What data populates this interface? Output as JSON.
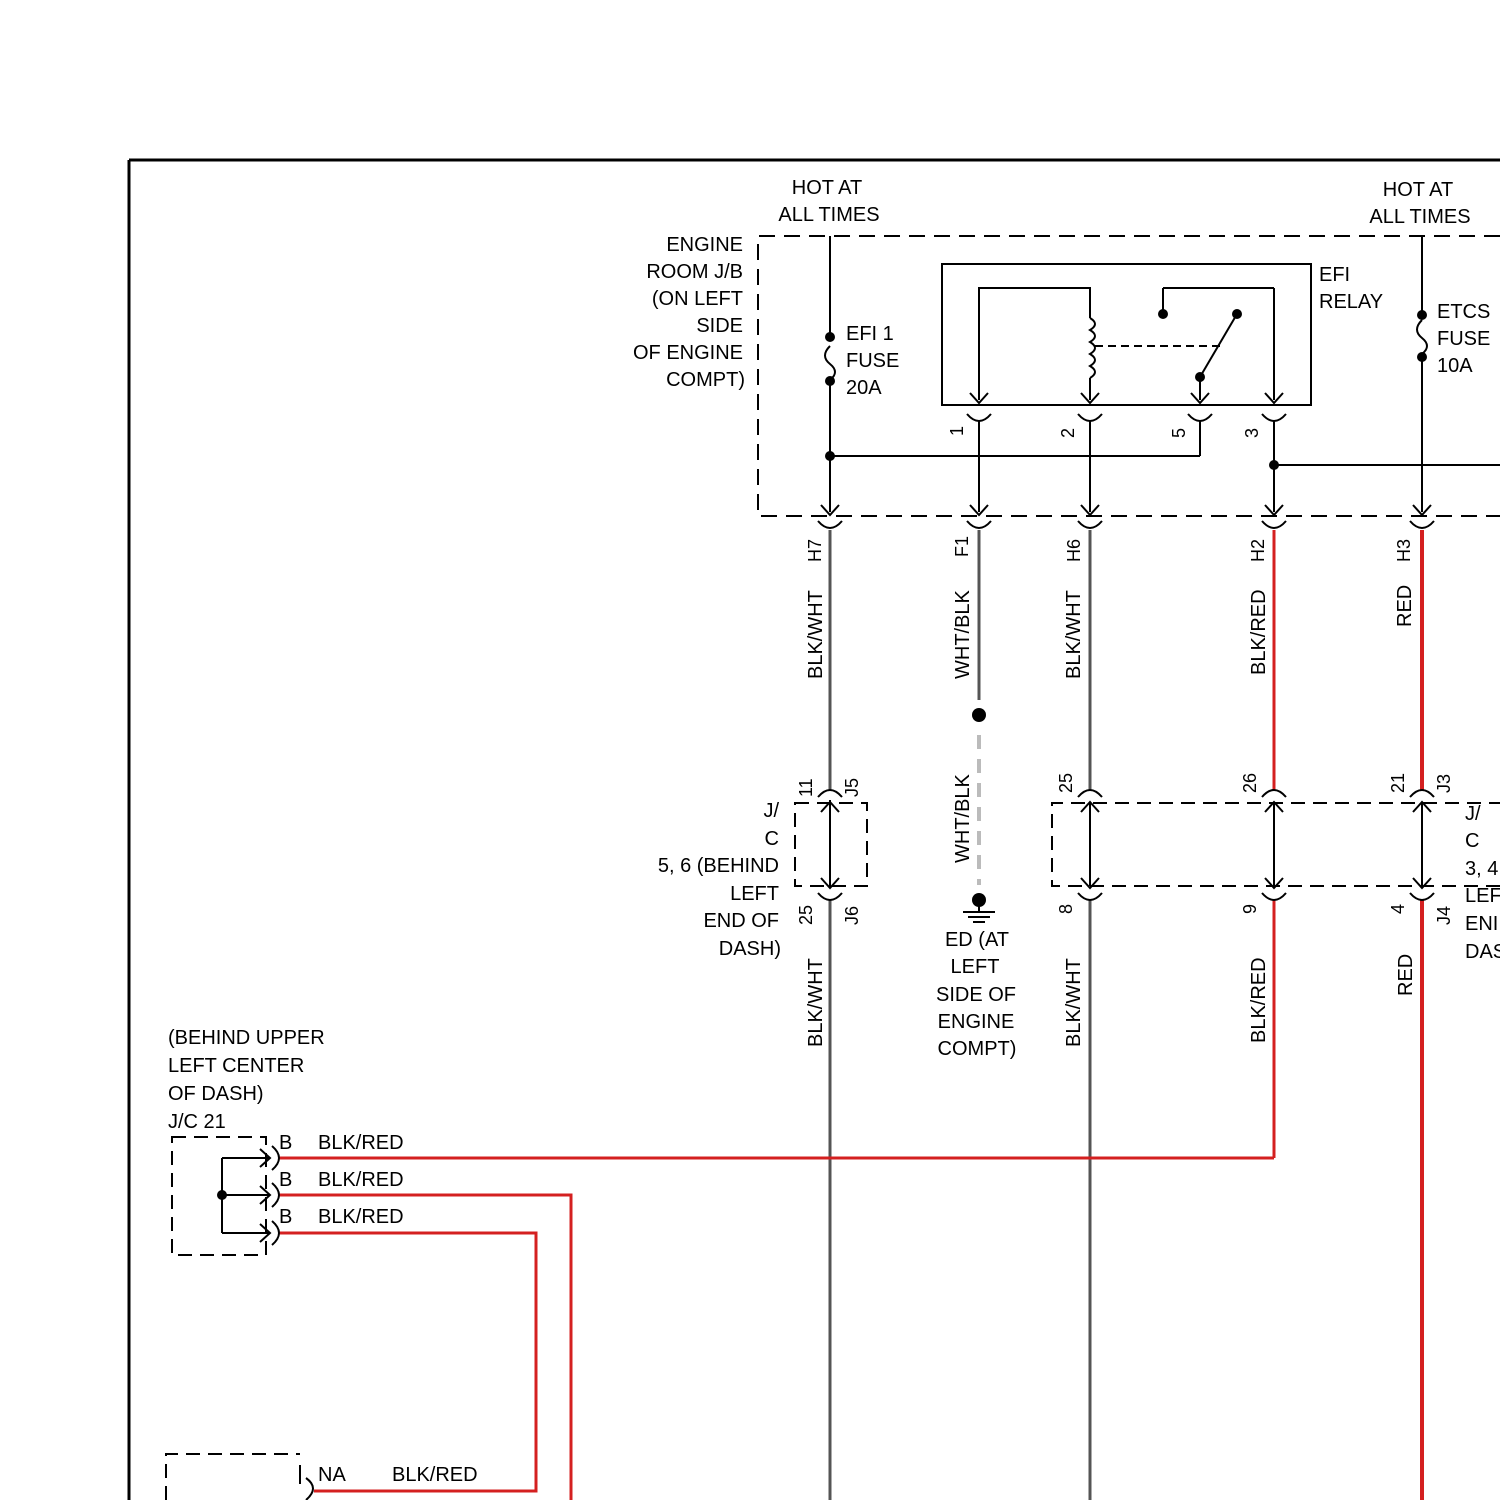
{
  "diagram": {
    "hot_left": [
      "HOT AT",
      "ALL TIMES"
    ],
    "hot_right": [
      "HOT AT",
      "ALL TIMES"
    ],
    "engine_jb": [
      "ENGINE",
      "ROOM J/B",
      "(ON LEFT",
      "SIDE",
      "OF ENGINE",
      "COMPT)"
    ],
    "efi1_fuse": [
      "EFI 1",
      "FUSE",
      "20A"
    ],
    "efi_relay": [
      "EFI",
      "RELAY"
    ],
    "etcs_fuse": [
      "ETCS",
      "FUSE",
      "10A"
    ],
    "relay_pins": [
      "1",
      "2",
      "5",
      "3"
    ],
    "jb_connectors": [
      "H7",
      "F1",
      "H6",
      "H2",
      "H3"
    ],
    "wire_colors": {
      "h7_upper": "BLK/WHT",
      "f1_upper": "WHT/BLK",
      "f1_lower": "WHT/BLK",
      "h6_upper": "BLK/WHT",
      "h2_upper": "BLK/RED",
      "h3_upper": "RED",
      "h7_lower": "BLK/WHT",
      "h6_lower": "BLK/WHT",
      "h2_lower": "BLK/RED",
      "h3_lower": "RED"
    },
    "jc56": {
      "label": [
        "J/",
        "C",
        "5, 6 (BEHIND",
        "LEFT",
        "END OF",
        "DASH)"
      ],
      "top_pin": "11",
      "top_conn": "J5",
      "bottom_pin": "25",
      "bottom_conn": "J6"
    },
    "jc34": {
      "label": [
        "J/",
        "C",
        "3, 4",
        "LEF",
        "ENI",
        "DAS"
      ],
      "top_pins": [
        "25",
        "26",
        "21"
      ],
      "top_conn": "J3",
      "bottom_pins": [
        "8",
        "9",
        "4"
      ],
      "bottom_conn": "J4"
    },
    "ground": [
      "ED (AT",
      "LEFT",
      "SIDE OF",
      "ENGINE",
      "COMPT)"
    ],
    "jc21": {
      "label": [
        "(BEHIND UPPER",
        "LEFT CENTER",
        "OF DASH)",
        "J/C 21"
      ],
      "pins": [
        "B",
        "B",
        "B"
      ],
      "wires": [
        "BLK/RED",
        "BLK/RED",
        "BLK/RED"
      ]
    },
    "bottom_pin": "NA",
    "bottom_wire": "BLK/RED",
    "colors": {
      "line": "#000000",
      "red_wire": "#d42020",
      "gray_wire": "#555555",
      "shield": "#bbbbbb"
    }
  }
}
